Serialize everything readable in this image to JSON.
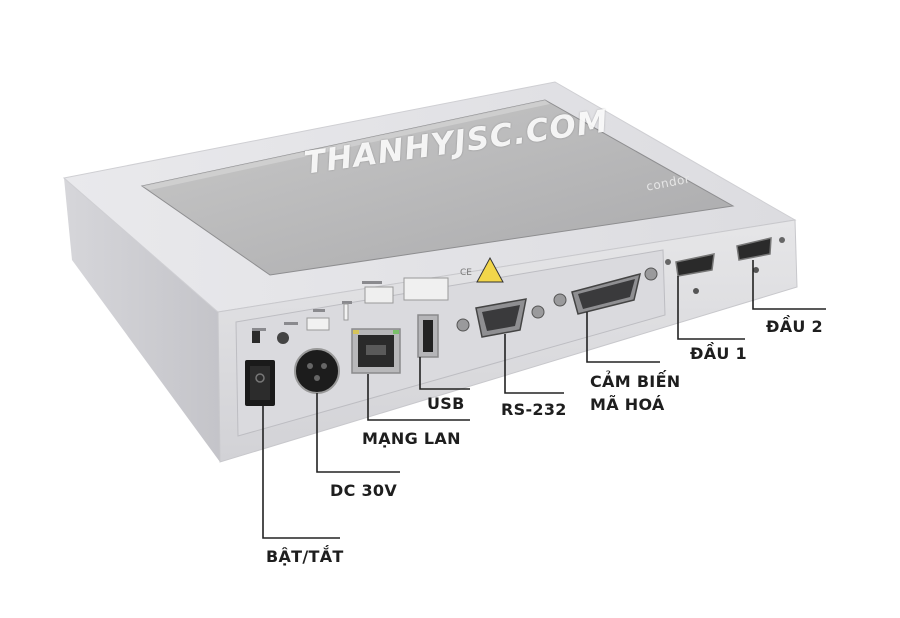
{
  "watermark": "THANHYJSC.COM",
  "brand": "condor",
  "labels": {
    "power_switch": "BẬT/TẮT",
    "dc_power": "DC 30V",
    "lan": "MẠNG LAN",
    "usb": "USB",
    "rs232": "RS-232",
    "encoder_line1": "CẢM BIẾN",
    "encoder_line2": "MÃ HOÁ",
    "head1": "ĐẦU 1",
    "head2": "ĐẦU 2"
  },
  "colors": {
    "body": "#e3e3e5",
    "screen": "#bcbcbc",
    "leader_line": "#222222",
    "label_text": "#1e1e1e"
  }
}
